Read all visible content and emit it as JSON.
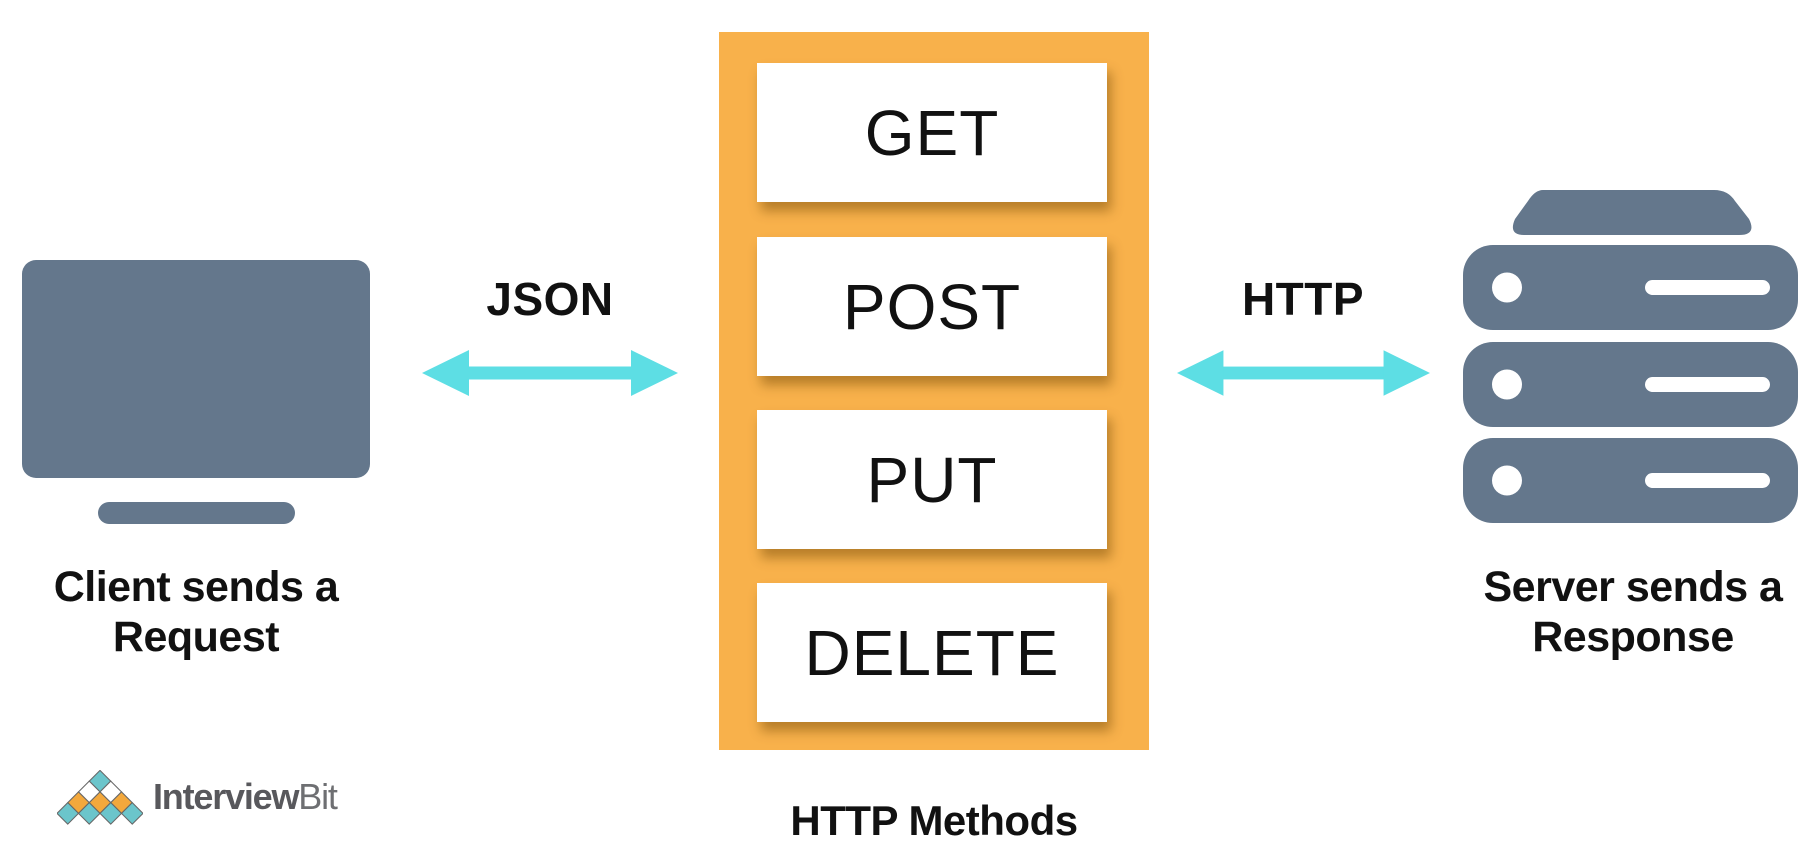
{
  "diagram_title": "HTTP Methods",
  "client": {
    "icon": "monitor-icon",
    "caption_line1": "Client sends a",
    "caption_line2": "Request"
  },
  "left_link": {
    "label": "JSON",
    "icon": "double-headed-arrow-icon"
  },
  "methods_panel": {
    "items": [
      "GET",
      "POST",
      "PUT",
      "DELETE"
    ],
    "caption": "HTTP Methods"
  },
  "right_link": {
    "label": "HTTP",
    "icon": "double-headed-arrow-icon"
  },
  "server": {
    "icon": "server-stack-icon",
    "caption_line1": "Server sends a",
    "caption_line2": "Response"
  },
  "logo": {
    "icon": "interviewbit-pyramid-icon",
    "text_bold": "Interview",
    "text_light": "Bit"
  },
  "colors": {
    "slate_icon": "#64778C",
    "panel_orange": "#F8B14B",
    "arrow_cyan": "#5DDEE4",
    "diamond_teal": "#6BC5CB",
    "diamond_orange": "#F3A83C",
    "text_dark": "#111111",
    "logo_gray": "#58585C"
  }
}
